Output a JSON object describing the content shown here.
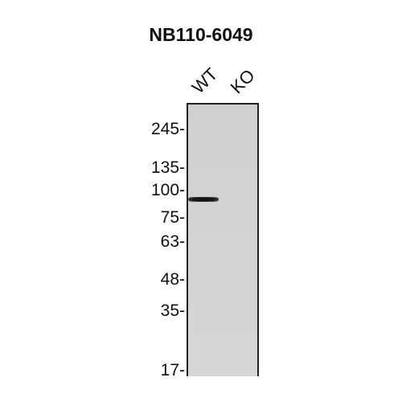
{
  "title": "NB110-6049",
  "lanes": [
    "WT",
    "KO"
  ],
  "markers": [
    "245-",
    "135-",
    "100-",
    "75-",
    "63-",
    "48-",
    "35-",
    "17-"
  ]
}
